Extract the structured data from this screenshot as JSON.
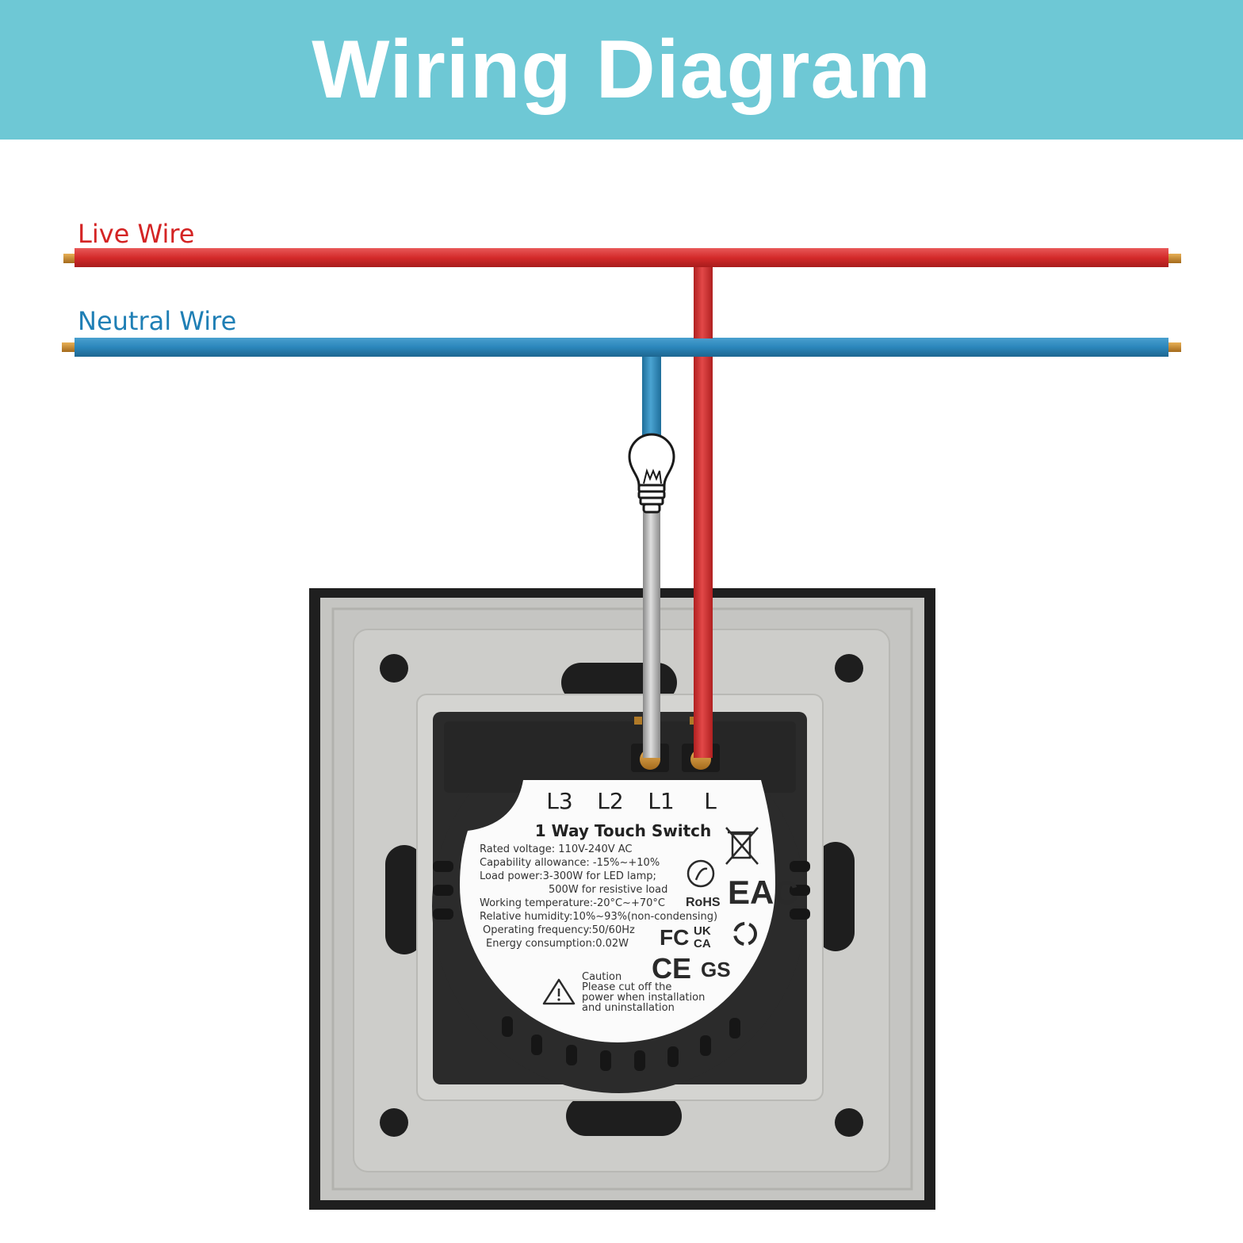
{
  "header": {
    "title": "Wiring Diagram"
  },
  "wires": {
    "live_label": "Live Wire",
    "neutral_label": "Neutral Wire",
    "live_color": "#d42424",
    "neutral_color": "#1f7fb5"
  },
  "switch": {
    "terminals": [
      "L3",
      "L2",
      "L1",
      "L"
    ],
    "title": "1 Way Touch Switch",
    "specs": [
      "Rated voltage: 110V-240V AC",
      "Capability allowance: -15%~+10%",
      "Load power:3-300W for LED lamp;",
      "500W for resistive load",
      "Working temperature:-20°C~+70°C",
      "Relative humidity:10%~93%(non-condensing)",
      "Operating frequency:50/60Hz",
      "Energy consumption:0.02W"
    ],
    "caution": [
      "Caution",
      "Please cut off the",
      "power when installation",
      "and uninstallation"
    ],
    "certifications": {
      "rohs": "RoHS",
      "eac": "EAC",
      "fc": "FC",
      "ukca_top": "UK",
      "ukca_bottom": "CA",
      "ce": "CE",
      "gs": "GS"
    }
  }
}
